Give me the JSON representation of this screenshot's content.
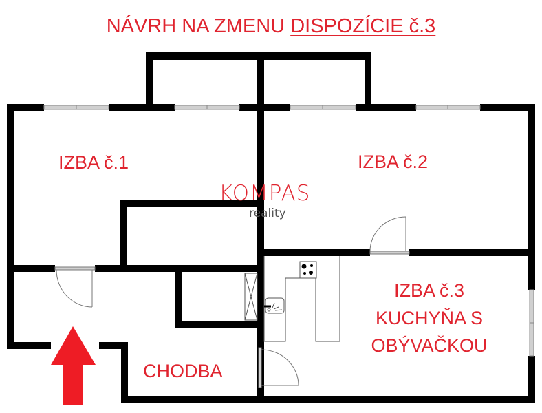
{
  "title": {
    "prefix": "NÁVRH NA ZMENU ",
    "underlined": "DISPOZÍCIE č.3",
    "color": "#e0242f"
  },
  "logo": {
    "brand": "KOMPAS",
    "sub": "reality",
    "color": "#e0242f"
  },
  "rooms": [
    {
      "id": "izba-1",
      "label": "IZBA č.1"
    },
    {
      "id": "izba-2",
      "label": "IZBA č.2"
    },
    {
      "id": "izba-3",
      "lines": [
        "IZBA č.3",
        "KUCHYŇA S",
        "OBÝVAČKOU"
      ]
    },
    {
      "id": "chodba",
      "label": "CHODBA"
    }
  ],
  "entrance_arrow": {
    "color": "#ee1c25",
    "direction": "up"
  },
  "colors": {
    "wall": "#000000",
    "window": "#c8c8c8",
    "text": "#e0242f"
  }
}
